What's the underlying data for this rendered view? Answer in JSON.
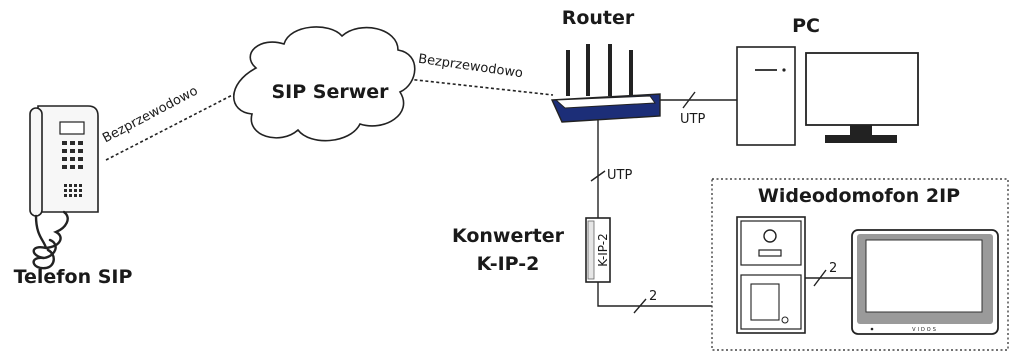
{
  "labels": {
    "router": "Router",
    "pc": "PC",
    "sip_server": "SIP Serwer",
    "telefon_sip": "Telefon SIP",
    "konwerter_line1": "Konwerter",
    "konwerter_line2": "K-IP-2",
    "wideodomofon": "Wideodomofon 2IP",
    "converter_device_text": "K-IP-2",
    "monitor_brand": "VIDOS"
  },
  "connections": {
    "wireless_phone": "Bezprzewodowo",
    "wireless_router": "Bezprzewodowo",
    "utp_pc": "UTP",
    "utp_converter": "UTP",
    "two_wire_converter": "2",
    "two_wire_monitor": "2"
  }
}
